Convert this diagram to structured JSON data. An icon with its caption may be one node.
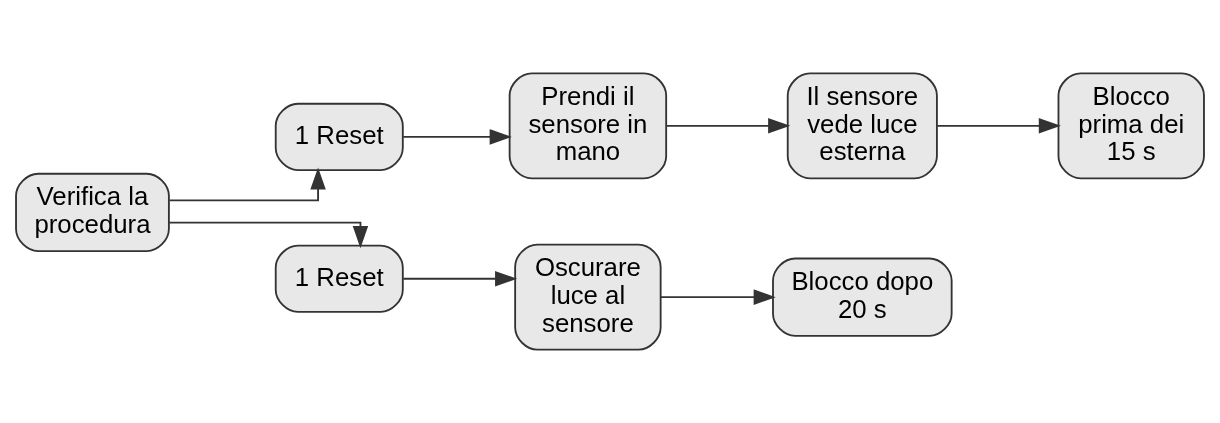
{
  "diagram": {
    "nodes": [
      {
        "text": [
          "Verifica la procedura"
        ]
      },
      {
        "text": [
          "1 Reset"
        ]
      },
      {
        "text": [
          "Prendi il sensore in mano"
        ]
      },
      {
        "text": [
          "Il sensore vede luce esterna"
        ]
      },
      {
        "text": [
          "Blocco prima dei 15 s"
        ]
      },
      {
        "text": [
          "1 Reset"
        ]
      },
      {
        "text": [
          "Oscurare luce al sensore"
        ]
      },
      {
        "text": [
          "Blocco dopo 20 s"
        ]
      }
    ],
    "edges": [
      {
        "from": 0,
        "to": 1,
        "arrow": "to"
      },
      {
        "from": 1,
        "to": 2,
        "arrow": "to"
      },
      {
        "from": 2,
        "to": 3,
        "arrow": "to"
      },
      {
        "from": 3,
        "to": 4,
        "arrow": "to"
      },
      {
        "from": 0,
        "to": 5,
        "arrow": "to"
      },
      {
        "from": 5,
        "to": 6,
        "arrow": "to"
      },
      {
        "from": 6,
        "to": 7,
        "arrow": "to"
      }
    ]
  }
}
